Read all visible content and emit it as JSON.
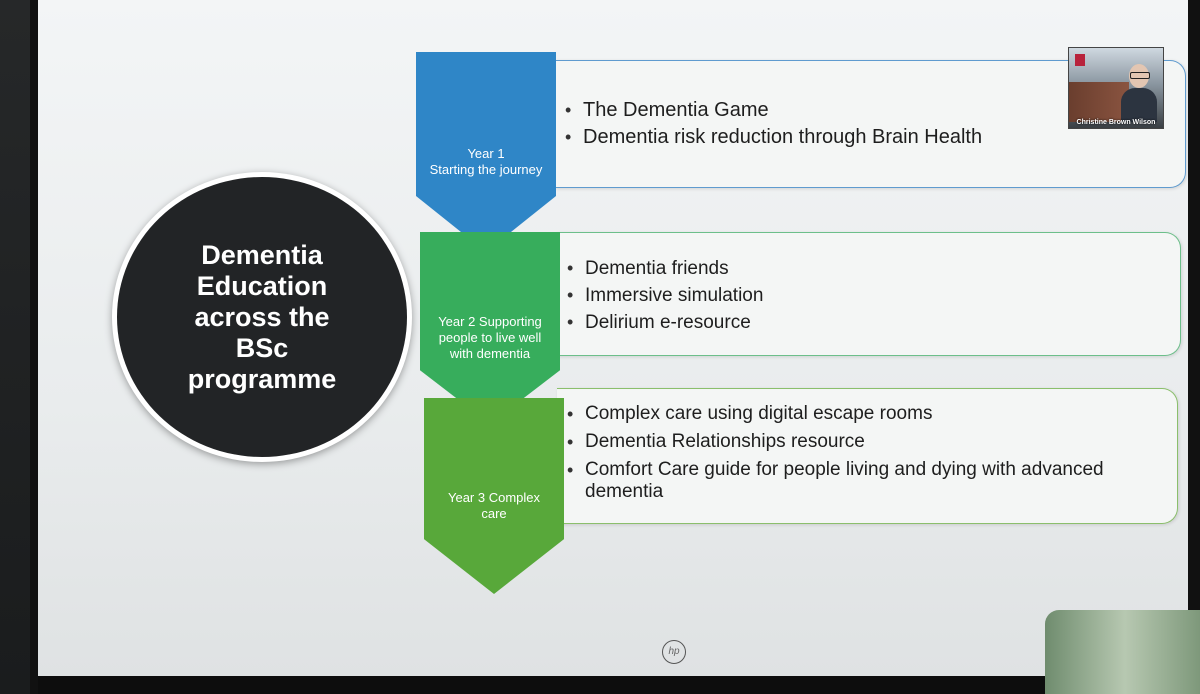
{
  "circle": {
    "title": "Dementia\nEducation\nacross the\nBSc\nprogramme"
  },
  "years": [
    {
      "label": "Year 1\nStarting the journey",
      "items": [
        "The Dementia Game",
        "Dementia risk reduction through Brain Health"
      ]
    },
    {
      "label": "Year 2 Supporting\npeople to live well\nwith dementia",
      "items": [
        "Dementia friends",
        "Immersive simulation",
        "Delirium e-resource"
      ]
    },
    {
      "label": "Year 3  Complex\ncare",
      "items": [
        "Complex care using digital escape rooms",
        "Dementia Relationships resource",
        "Comfort Care guide for people living and dying with advanced dementia"
      ]
    }
  ],
  "bullet_glyph": "•",
  "video": {
    "participant_name": "Christine Brown Wilson"
  },
  "monitor": {
    "brand": "hp"
  },
  "colors": {
    "year1": "#2f86c7",
    "year2": "#37ad5c",
    "year3": "#58a83a",
    "circle": "#222426"
  }
}
